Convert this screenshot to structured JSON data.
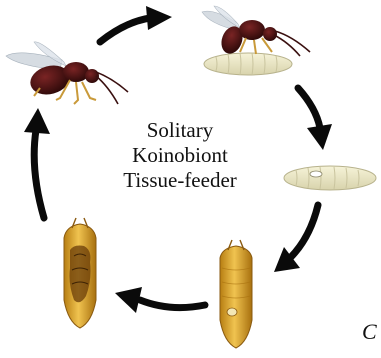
{
  "center_text": {
    "line1": "Solitary",
    "line2": "Koinobiont",
    "line3": "Tissue-feeder"
  },
  "panel_letter": "C",
  "colors": {
    "arrow": "#0a0a0a",
    "wasp_body": "#3a1010",
    "wasp_leg": "#c99a3a",
    "wasp_wing": "#cfd6de",
    "larva": "#ece8c6",
    "larva_outline": "#b7b28c",
    "pupa": "#d7a22a",
    "pupa_dark": "#8a5a10"
  },
  "cycle_stages": [
    "adult-wasp",
    "wasp-ovipositing-on-host-larva",
    "parasitized-host-larva",
    "host-pupa-with-egg",
    "host-pupa-with-developing-parasitoid"
  ]
}
